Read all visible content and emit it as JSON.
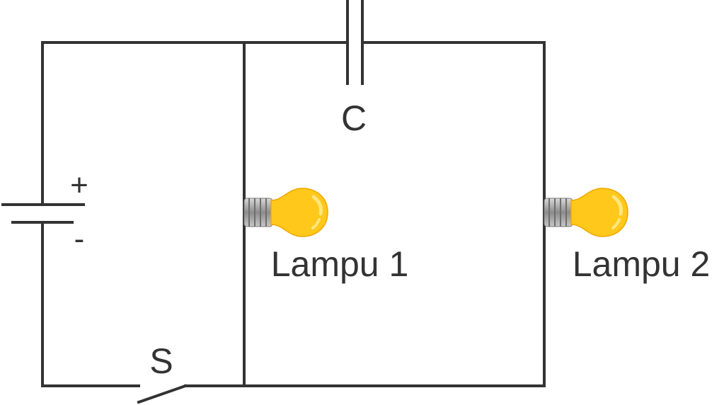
{
  "labels": {
    "capacitor": "C",
    "battery_plus": "+",
    "battery_minus": "-",
    "switch": "S",
    "lamp1": "Lampu 1",
    "lamp2": "Lampu 2"
  },
  "colors": {
    "wire": "#333333",
    "bulb_glass": "#FFC81A",
    "bulb_highlight": "#FFE680",
    "bulb_base": "#9C9C9C"
  },
  "icons": {
    "lamp1": "light-bulb-icon",
    "lamp2": "light-bulb-icon",
    "battery": "battery-symbol",
    "capacitor": "capacitor-symbol",
    "switch": "switch-symbol"
  }
}
